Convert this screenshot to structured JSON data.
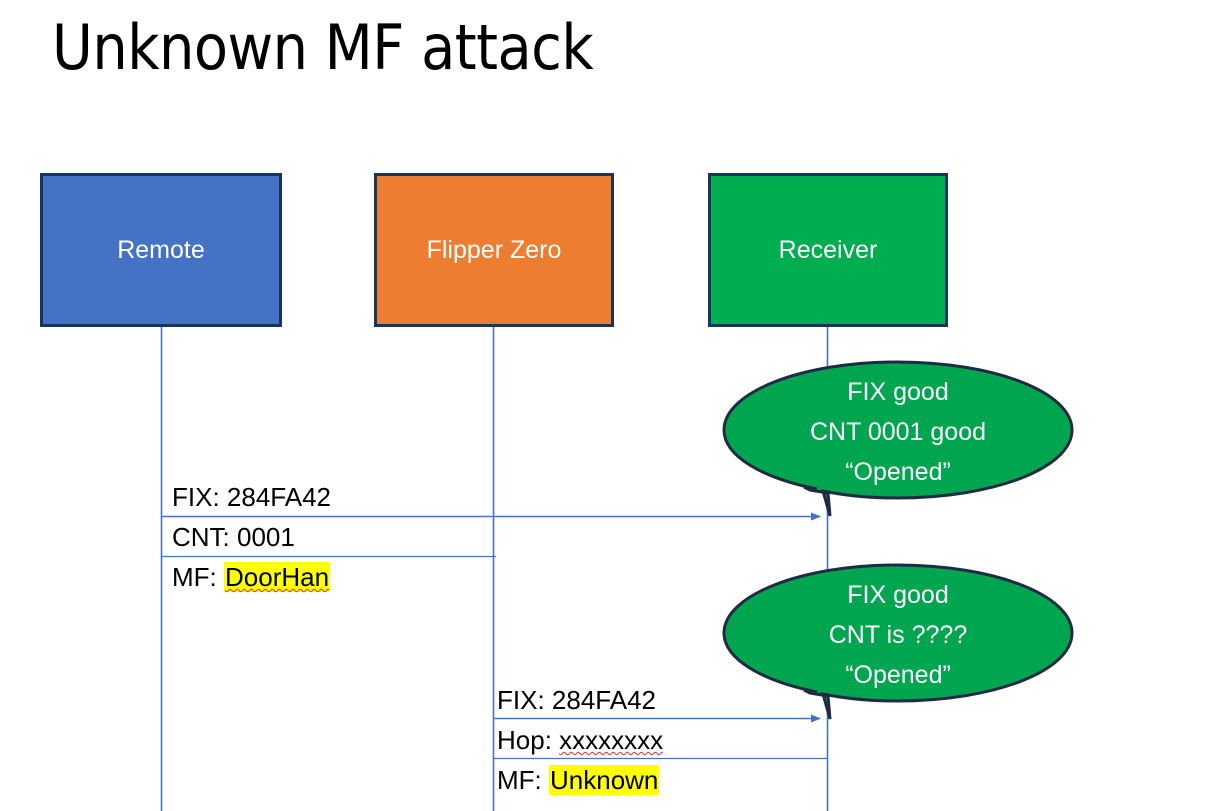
{
  "slide": {
    "title": "Unknown MF attack",
    "background": "#ffffff"
  },
  "colors": {
    "remote_blue": "#4472C4",
    "flipper_orange": "#ED7D31",
    "receiver_green": "#00AD4F",
    "box_border": "#16365C",
    "connector_blue": "#4472C4",
    "highlight_yellow": "#FFFF00",
    "spell_underline_red": "#E03030",
    "box_label_color": "#ffffff"
  },
  "actors": [
    {
      "id": "remote",
      "label": "Remote"
    },
    {
      "id": "flipper",
      "label": "Flipper Zero"
    },
    {
      "id": "receiver",
      "label": "Receiver"
    }
  ],
  "messages": [
    {
      "id": "remote-to-receiver",
      "from": "remote",
      "to": "receiver",
      "lines": [
        {
          "label": "FIX: ",
          "value": "284FA42",
          "highlight": false,
          "spell_error": false
        },
        {
          "label": "CNT: ",
          "value": "0001",
          "highlight": false,
          "spell_error": false
        },
        {
          "label": "MF: ",
          "value": "DoorHan",
          "highlight": true,
          "spell_error": true
        }
      ]
    },
    {
      "id": "flipper-to-receiver",
      "from": "flipper",
      "to": "receiver",
      "lines": [
        {
          "label": "FIX: ",
          "value": "284FA42",
          "highlight": false,
          "spell_error": false
        },
        {
          "label": "Hop: ",
          "value": "xxxxxxxx",
          "highlight": false,
          "spell_error": true
        },
        {
          "label": "MF: ",
          "value": "Unknown",
          "highlight": true,
          "spell_error": false
        }
      ]
    }
  ],
  "callouts": [
    {
      "id": "callout-good",
      "attached_to": "receiver",
      "lines": [
        "FIX good",
        "CNT 0001 good",
        "“Opened”"
      ]
    },
    {
      "id": "callout-unknown",
      "attached_to": "receiver",
      "lines": [
        "FIX good",
        "CNT is ????",
        "“Opened”"
      ]
    }
  ]
}
